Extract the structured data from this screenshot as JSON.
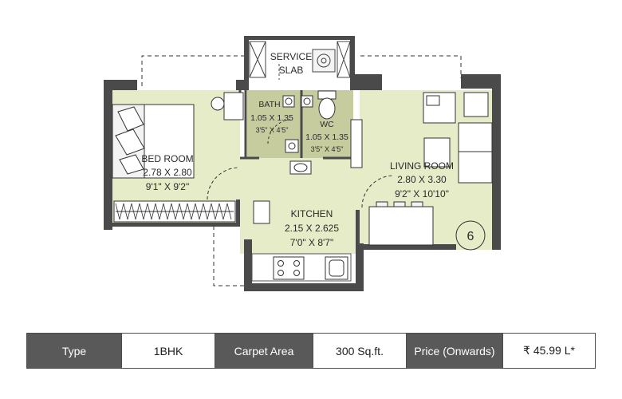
{
  "rooms": {
    "service_slab": {
      "name_line1": "SERVICE",
      "name_line2": "SLAB"
    },
    "bath": {
      "name": "BATH",
      "metric": "1.05 X 1.35",
      "imperial": "3'5\" X 4'5\""
    },
    "wc": {
      "name": "WC",
      "metric": "1.05 X 1.35",
      "imperial": "3'5\" X 4'5\""
    },
    "bedroom": {
      "name": "BED ROOM",
      "metric": "2.78 X 2.80",
      "imperial": "9'1\" X 9'2\""
    },
    "living_room": {
      "name": "LIVING ROOM",
      "metric": "2.80 X 3.30",
      "imperial": "9'2\" X 10'10\""
    },
    "kitchen": {
      "name": "KITCHEN",
      "metric": "2.15 X 2.625",
      "imperial": "7'0\" X 8'7\""
    }
  },
  "unit_number": "6",
  "colors": {
    "floor": "#e6ebc8",
    "wall": "#4a4a4a",
    "bar_dark": "#595959"
  },
  "info_bar": {
    "type_label": "Type",
    "type_value": "1BHK",
    "area_label": "Carpet Area",
    "area_value": "300 Sq.ft.",
    "price_label": "Price (Onwards)",
    "price_value": "₹ 45.99 L*"
  }
}
